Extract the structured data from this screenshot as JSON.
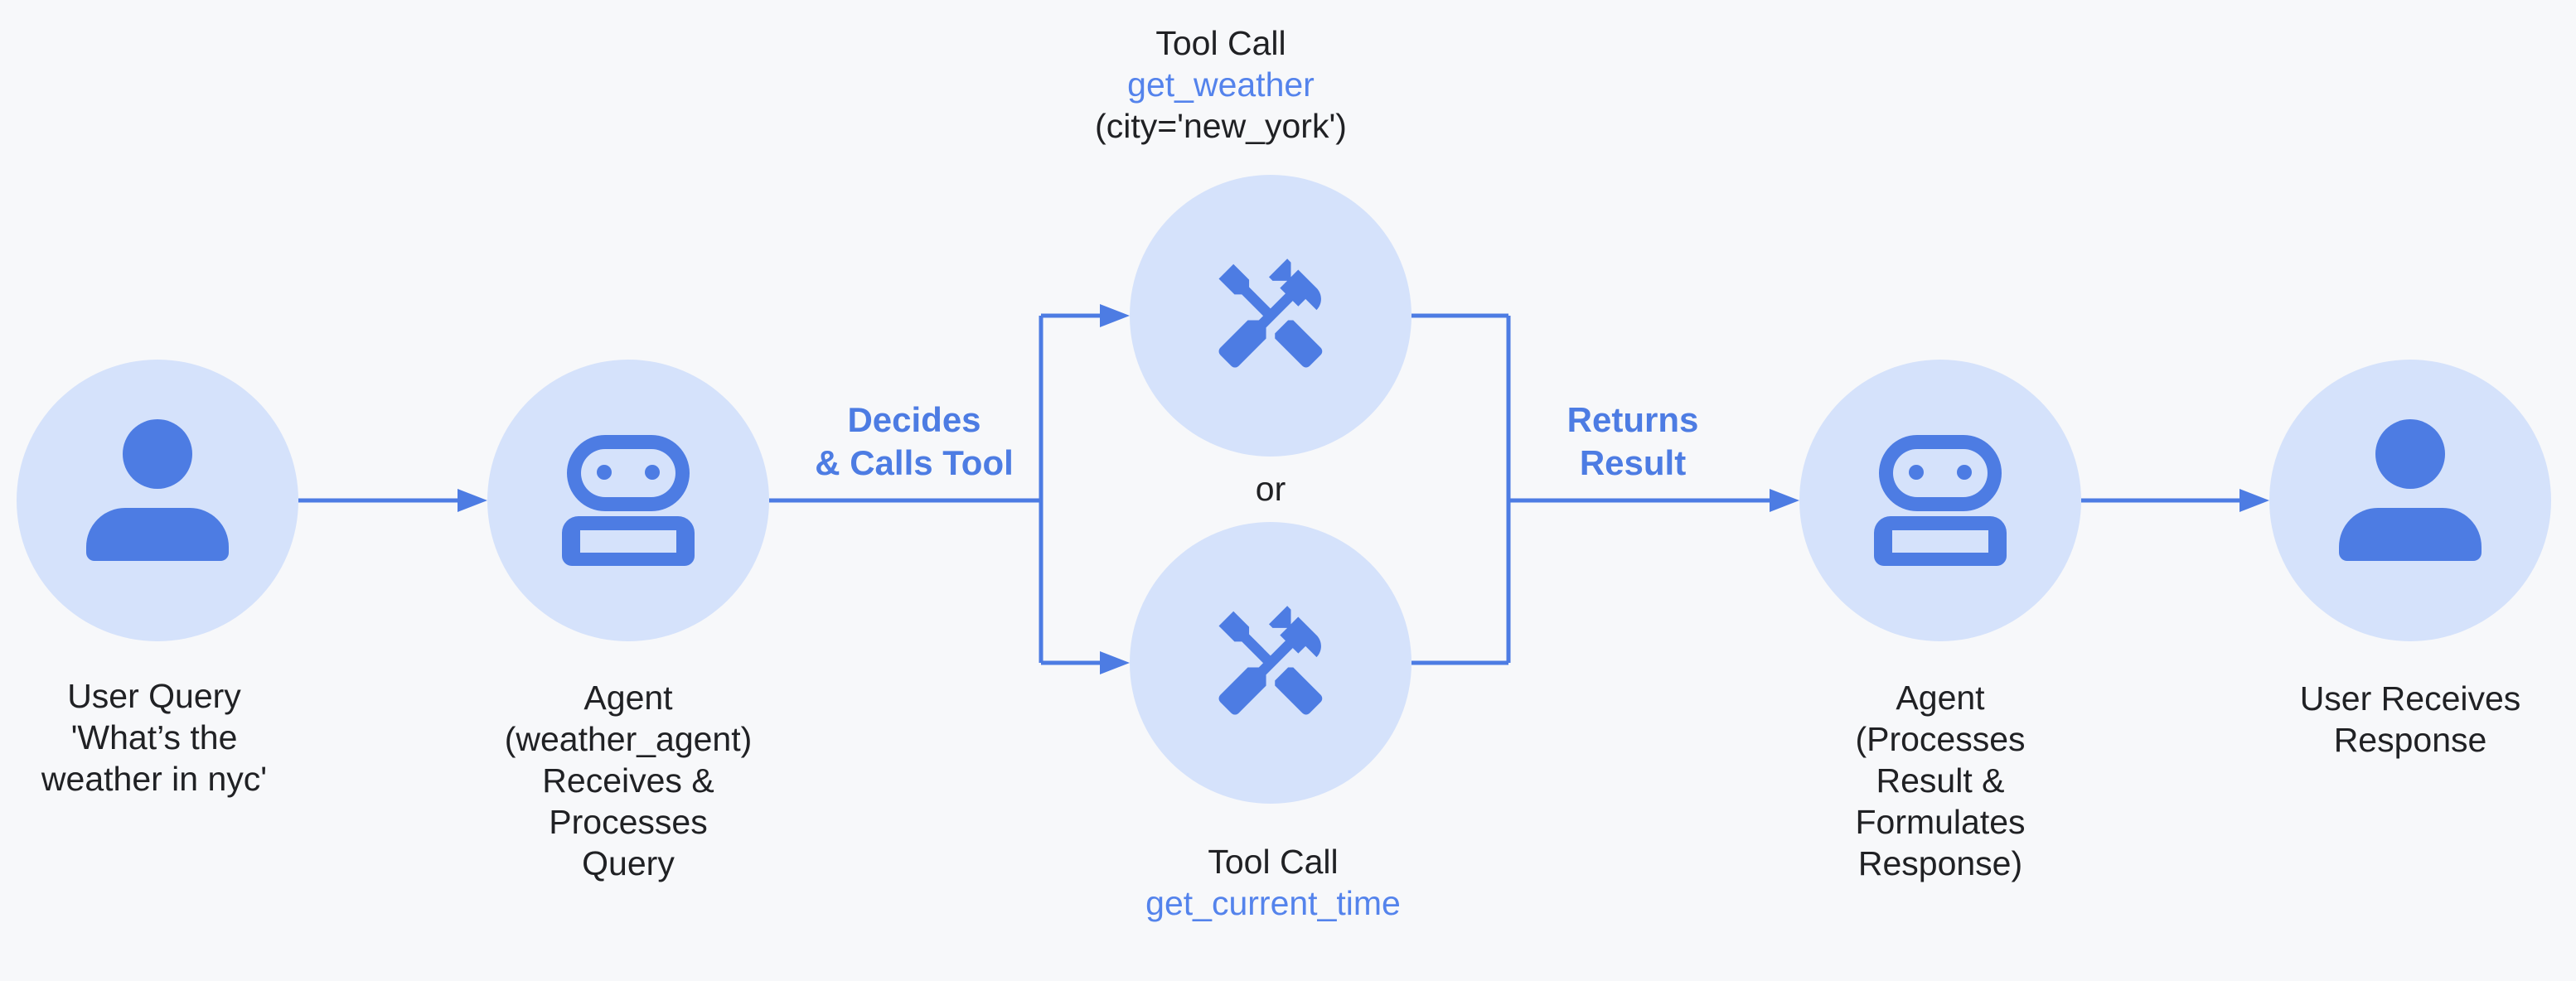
{
  "colors": {
    "background": "#f7f8fa",
    "accent_blue": "#4d7ce3",
    "bubble_light_blue": "#d5e2fb",
    "link_blue_text": "#5483ec",
    "dark_text": "#202124"
  },
  "labels": {
    "tool_top": {
      "title": "Tool Call",
      "name": "get_weather",
      "args": "(city='new_york')"
    },
    "tool_bottom": {
      "title": "Tool Call",
      "name": "get_current_time"
    },
    "or": "or",
    "decides": {
      "line1": "Decides",
      "line2": "& Calls Tool"
    },
    "returns": {
      "line1": "Returns",
      "line2": "Result"
    },
    "user_query": {
      "line1": "User Query",
      "line2": "'What’s the",
      "line3": "weather in nyc'"
    },
    "agent_weather": {
      "line1": "Agent",
      "line2": "(weather_agent)",
      "line3": "Receives &",
      "line4": "Processes",
      "line5": "Query"
    },
    "agent_response": {
      "line1": "Agent",
      "line2": "(Processes",
      "line3": "Result &",
      "line4": "Formulates",
      "line5": "Response)"
    },
    "user_response": {
      "line1": "User Receives",
      "line2": "Response"
    }
  },
  "icons": {
    "user": "person-icon",
    "agent": "robot-icon",
    "tool": "tools-icon"
  }
}
